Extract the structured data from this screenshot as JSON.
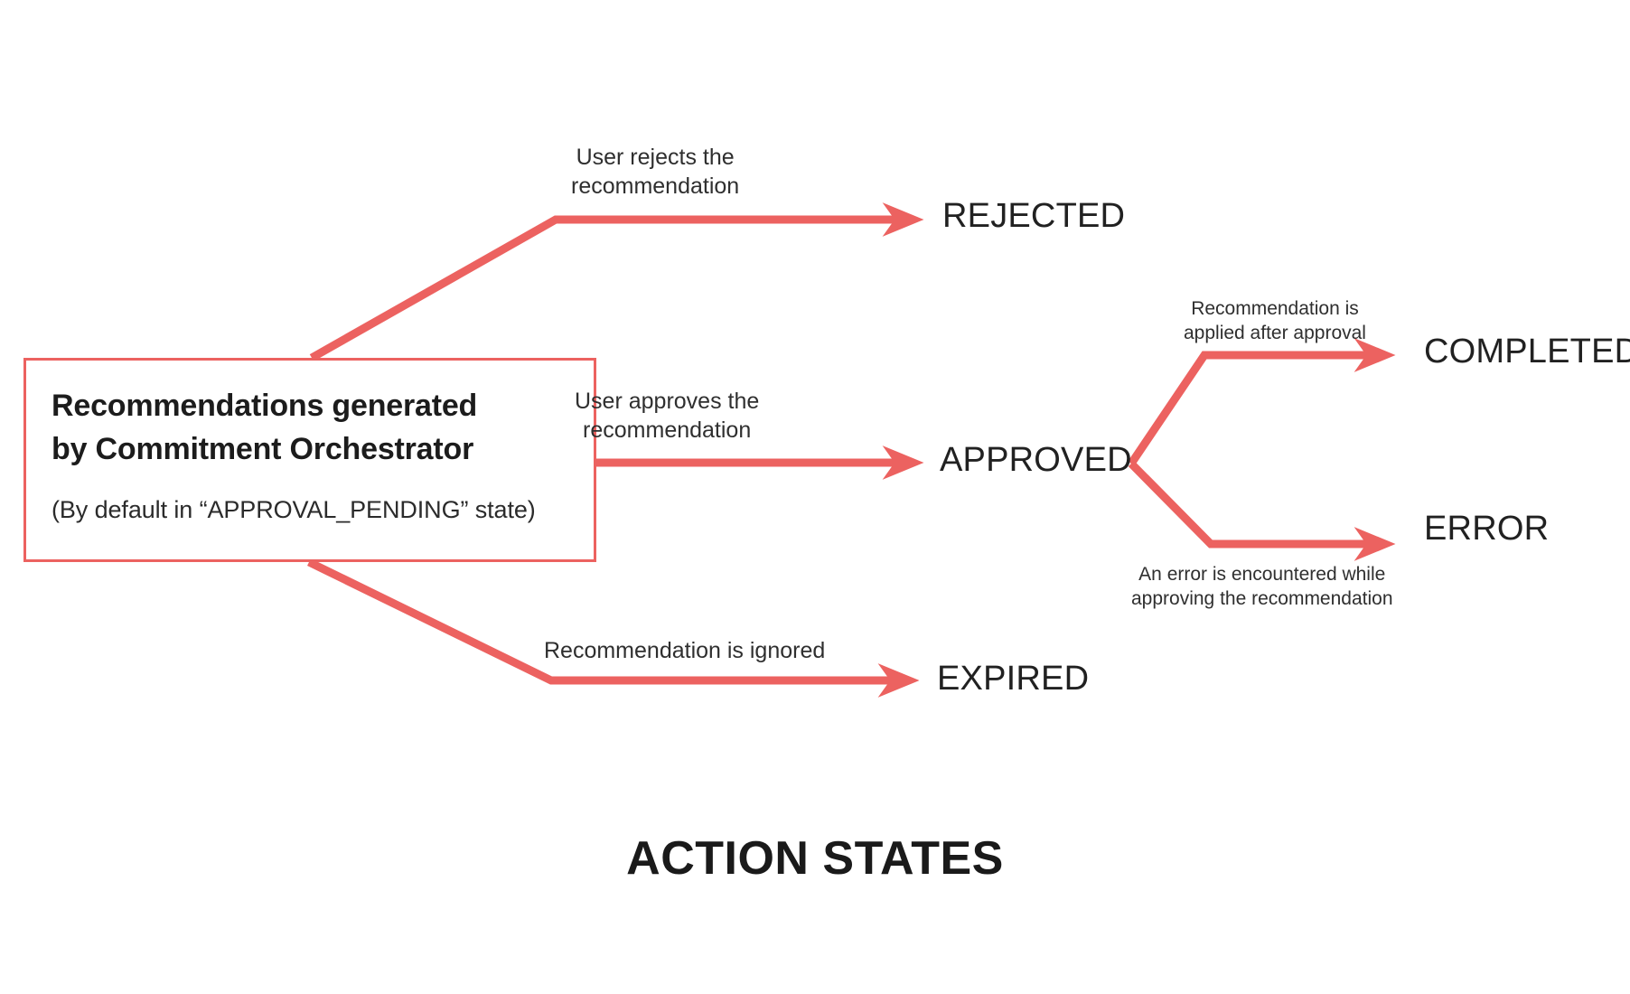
{
  "theme": {
    "accent": "#EC6260",
    "background": "#FFFFFF",
    "text": "#212121"
  },
  "diagram": {
    "title": "ACTION STATES",
    "type": "state-flow",
    "source_node": {
      "title_line_1": "Recommendations generated",
      "title_line_2": "by Commitment Orchestrator",
      "subtitle": "(By default in “APPROVAL_PENDING” state)"
    },
    "states": [
      {
        "id": "rejected",
        "label": "REJECTED"
      },
      {
        "id": "approved",
        "label": "APPROVED"
      },
      {
        "id": "expired",
        "label": "EXPIRED"
      },
      {
        "id": "completed",
        "label": "COMPLETED"
      },
      {
        "id": "error",
        "label": "ERROR"
      }
    ],
    "transitions": [
      {
        "id": "to-rejected",
        "from": "source",
        "to": "rejected",
        "label_line_1": "User rejects the",
        "label_line_2": "recommendation"
      },
      {
        "id": "to-approved",
        "from": "source",
        "to": "approved",
        "label_line_1": "User approves the",
        "label_line_2": "recommendation"
      },
      {
        "id": "to-expired",
        "from": "source",
        "to": "expired",
        "label_line_1": "Recommendation is ignored",
        "label_line_2": ""
      },
      {
        "id": "to-completed",
        "from": "approved",
        "to": "completed",
        "label_line_1": "Recommendation is",
        "label_line_2": "applied after approval"
      },
      {
        "id": "to-error",
        "from": "approved",
        "to": "error",
        "label_line_1": "An error is encountered while",
        "label_line_2": "approving the recommendation"
      }
    ]
  }
}
